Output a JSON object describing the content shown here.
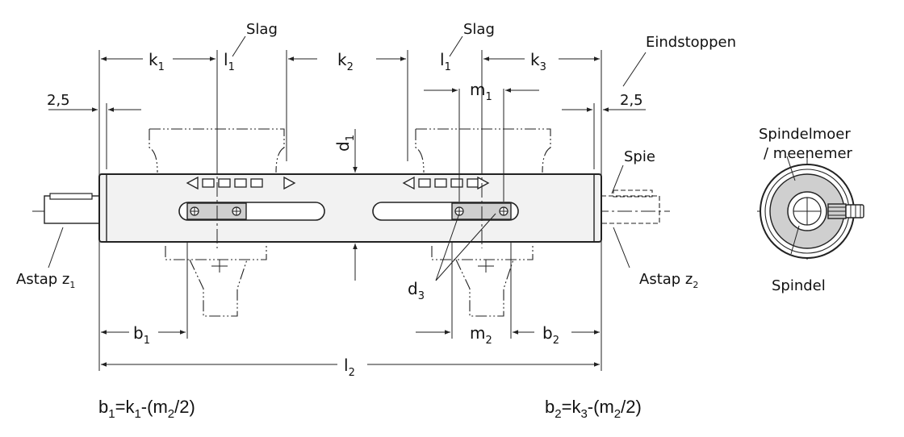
{
  "labels": {
    "slag_left": "Slag",
    "slag_right": "Slag",
    "eindstoppen": "Eindstoppen",
    "spindelmoer": "Spindelmoer",
    "meenemer": "/ meenemer",
    "spie": "Spie",
    "spindel": "Spindel",
    "astap_z1": "Astap z",
    "astap_z1_sub": "1",
    "astap_z2": "Astap z",
    "astap_z2_sub": "2"
  },
  "dims": {
    "k1": "k",
    "k1_sub": "1",
    "k2": "k",
    "k2_sub": "2",
    "k3": "k",
    "k3_sub": "3",
    "l1_left": "l",
    "l1_left_sub": "1",
    "l1_right": "l",
    "l1_right_sub": "1",
    "m1": "m",
    "m1_sub": "1",
    "m2": "m",
    "m2_sub": "2",
    "d1": "d",
    "d1_sub": "1",
    "d3": "d",
    "d3_sub": "3",
    "b1": "b",
    "b1_sub": "1",
    "b2": "b",
    "b2_sub": "2",
    "l2": "l",
    "l2_sub": "2",
    "offset_left": "2,5",
    "offset_right": "2,5"
  },
  "formulas": {
    "b1": {
      "a": "b",
      "a_sub": "1",
      "eq": "=k",
      "b_sub": "1",
      "mid": "-(m",
      "c_sub": "2",
      "end": "/2)"
    },
    "b2": {
      "a": "b",
      "a_sub": "2",
      "eq": "=k",
      "b_sub": "3",
      "mid": "-(m",
      "c_sub": "2",
      "end": "/2)"
    }
  }
}
